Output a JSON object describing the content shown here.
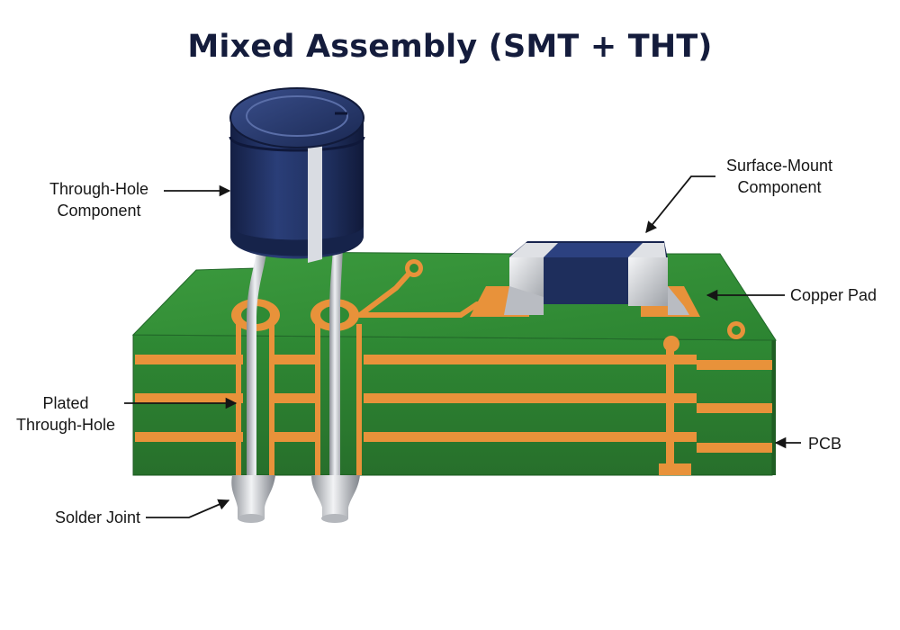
{
  "title": "Mixed Assembly (SMT + THT)",
  "labels": {
    "through_hole_component": [
      "Through-Hole",
      "Component"
    ],
    "surface_mount_component": [
      "Surface-Mount",
      "Component"
    ],
    "copper_pad": "Copper Pad",
    "plated_through_hole": [
      "Plated",
      "Through-Hole"
    ],
    "pcb": "PCB",
    "solder_joint": "Solder Joint"
  },
  "colors": {
    "board": "#2f8a34",
    "copper": "#e8923a",
    "component_body": "#1e2e5c",
    "lead": "#c8ccd2"
  }
}
